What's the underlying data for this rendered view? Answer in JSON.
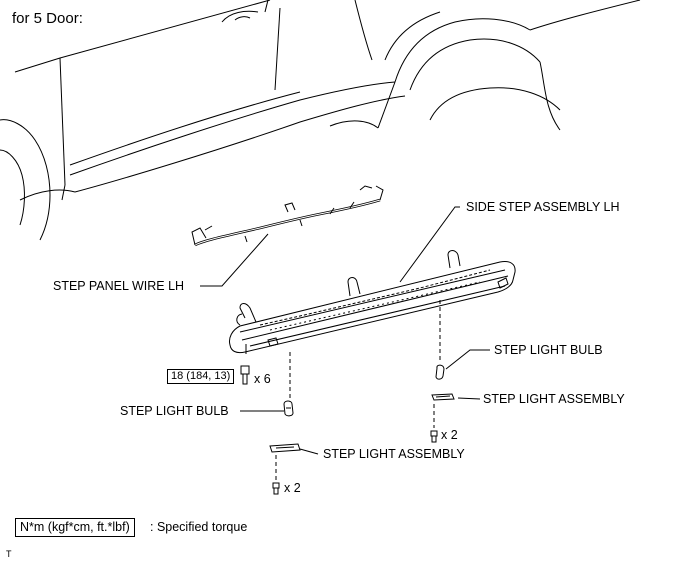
{
  "heading": "for 5 Door:",
  "labels": {
    "side_step_assembly": "SIDE STEP ASSEMBLY LH",
    "step_panel_wire": "STEP PANEL WIRE LH",
    "step_light_bulb_right": "STEP LIGHT BULB",
    "step_light_assembly_right": "STEP LIGHT ASSEMBLY",
    "step_light_bulb_left": "STEP LIGHT BULB",
    "step_light_assembly_left": "STEP LIGHT ASSEMBLY"
  },
  "torque_box": "18 (184, 13)",
  "quantities": {
    "main_bolts": "x 6",
    "right_screws": "x 2",
    "left_screws": "x 2"
  },
  "legend": {
    "unit_box": "N*m (kgf*cm, ft.*lbf)",
    "description": ": Specified torque"
  },
  "corner_mark": "T"
}
